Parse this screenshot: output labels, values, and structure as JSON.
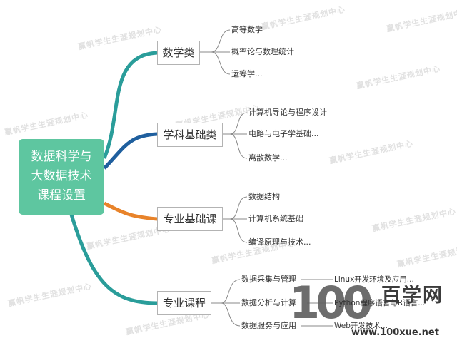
{
  "watermark": "赢帆学生生涯规划中心",
  "root": {
    "lines": [
      "数据科学与",
      "大数据技术",
      "课程设置"
    ]
  },
  "branches": [
    {
      "label": "数学类",
      "color": "#2a9d9a",
      "leaves": [
        "高等数学",
        "概率论与数理统计",
        "运筹学..."
      ]
    },
    {
      "label": "学科基础类",
      "color": "#1f5f9e",
      "leaves": [
        "计算机导论与程序设计",
        "电路与电子学基础...",
        "离散数学..."
      ]
    },
    {
      "label": "专业基础课",
      "color": "#e8832a",
      "leaves": [
        "数据结构",
        "计算机系统基础",
        "编译原理与技术..."
      ]
    },
    {
      "label": "专业课程",
      "color": "#2a9d9a",
      "leaves": [
        "数据采集与管理",
        "数据分析与计算",
        "数据服务与应用"
      ],
      "sub_leaves": [
        "Linux开发环境及应用...",
        "Python程序语言与R语言...",
        "Web开发技术..."
      ]
    }
  ],
  "logo": {
    "number": "100",
    "chinese": "百学网",
    "url": "www.100xue.net"
  }
}
